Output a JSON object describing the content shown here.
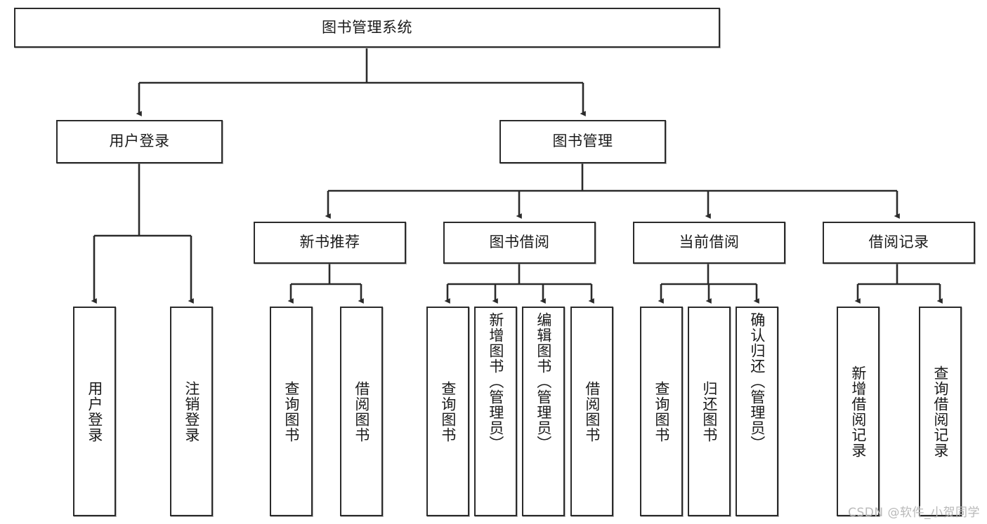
{
  "diagram": {
    "title": "图书管理系统",
    "watermark": "CSDN @软件_小贺同学",
    "colors": {
      "border": "#2b2b2b",
      "background": "#ffffff",
      "text": "#1a1a1a",
      "watermark": "#b9b9b9"
    },
    "root": {
      "label": "图书管理系统"
    },
    "level2": [
      {
        "label": "用户登录"
      },
      {
        "label": "图书管理"
      }
    ],
    "level3": [
      {
        "label": "新书推荐"
      },
      {
        "label": "图书借阅"
      },
      {
        "label": "当前借阅"
      },
      {
        "label": "借阅记录"
      }
    ],
    "leaves": {
      "user_login": [
        {
          "label": "用户登录"
        },
        {
          "label": "注销登录"
        }
      ],
      "new_book": [
        {
          "label": "查询图书"
        },
        {
          "label": "借阅图书"
        }
      ],
      "book_borrow": [
        {
          "label": "查询图书"
        },
        {
          "label": "新增图书（管理员）"
        },
        {
          "label": "编辑图书（管理员）"
        },
        {
          "label": "借阅图书"
        }
      ],
      "current_borrow": [
        {
          "label": "查询图书"
        },
        {
          "label": "归还图书"
        },
        {
          "label": "确认归还（管理员）"
        }
      ],
      "borrow_record": [
        {
          "label": "新增借阅记录"
        },
        {
          "label": "查询借阅记录"
        }
      ]
    }
  }
}
